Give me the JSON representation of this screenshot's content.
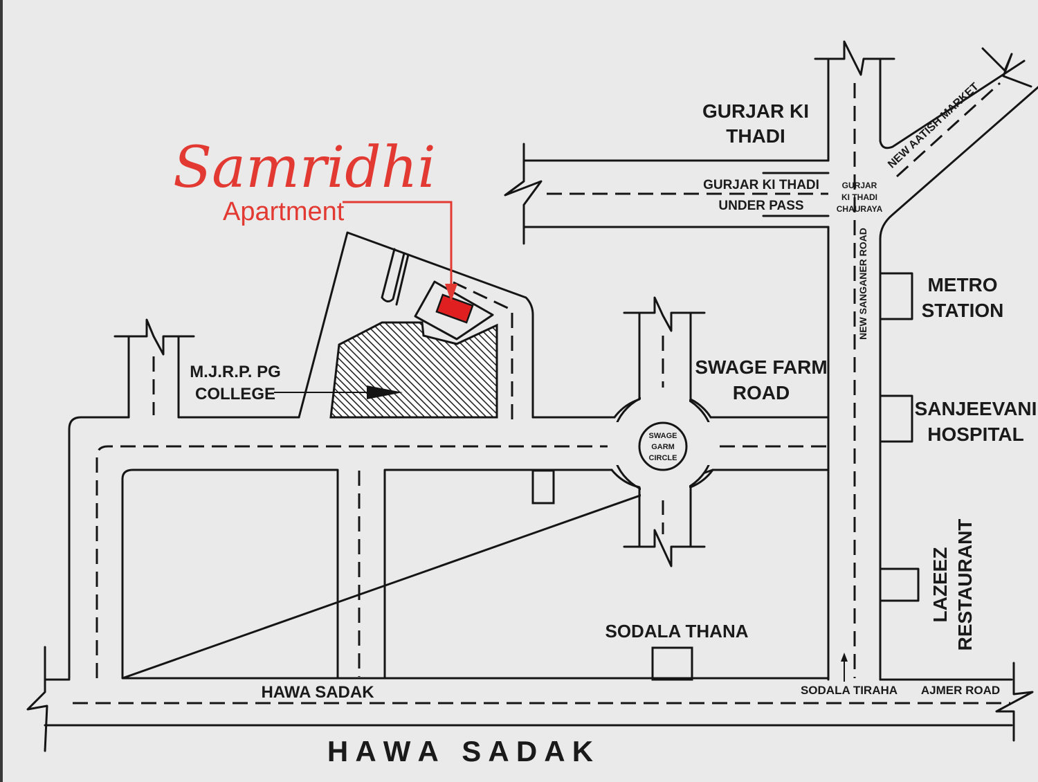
{
  "project": {
    "name": "Samridhi",
    "subtitle": "Apartment"
  },
  "labels": {
    "gurjar_ki_thadi_l1": "GURJAR KI",
    "gurjar_ki_thadi_l2": "THADI",
    "underpass_l1": "GURJAR KI THADI",
    "underpass_l2": "UNDER PASS",
    "chauraya_l1": "GURJAR",
    "chauraya_l2": "KI THADI",
    "chauraya_l3": "CHAURAYA",
    "new_aatish_market": "NEW AATISH MARKET",
    "new_sanganer_road": "NEW SANGANER ROAD",
    "metro_l1": "METRO",
    "metro_l2": "STATION",
    "sanjeevani_l1": "SANJEEVANI",
    "sanjeevani_l2": "HOSPITAL",
    "lazeez_l1": "LAZEEZ",
    "lazeez_l2": "RESTAURANT",
    "swage_farm_l1": "SWAGE FARM",
    "swage_farm_l2": "ROAD",
    "circle_l1": "SWAGE",
    "circle_l2": "GARM",
    "circle_l3": "CIRCLE",
    "college_l1": "M.J.R.P. PG",
    "college_l2": "COLLEGE",
    "sodala_thana": "SODALA THANA",
    "hawa_sadak_small": "HAWA SADAK",
    "sodala_tiraha": "SODALA TIRAHA",
    "ajmer_road": "AJMER ROAD",
    "hawa_sadak_big": "H A W A   S A D A K"
  },
  "colors": {
    "background": "#ebeaea",
    "line": "#151515",
    "brand": "#e23a32",
    "marker": "#e02020"
  }
}
